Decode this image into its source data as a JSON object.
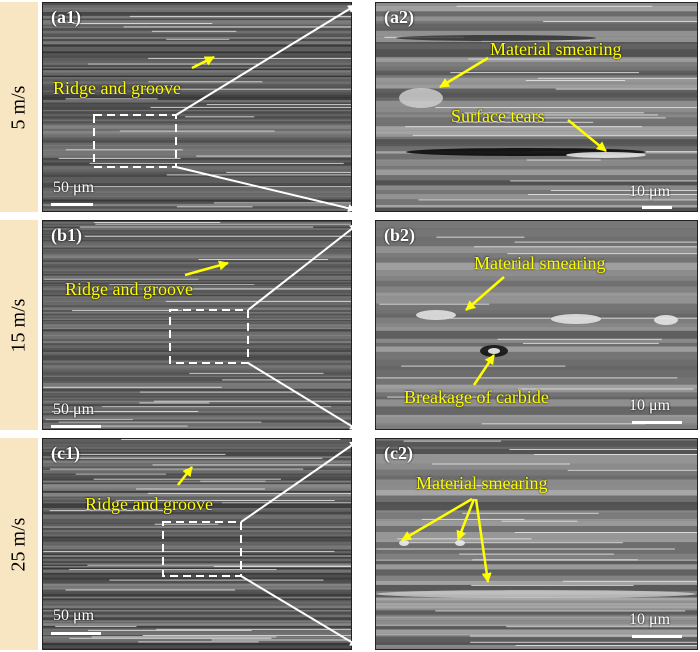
{
  "rows": [
    {
      "speed": "5 m/s"
    },
    {
      "speed": "15 m/s"
    },
    {
      "speed": "25 m/s"
    }
  ],
  "panels": {
    "a1": {
      "label": "(a1)",
      "annotations": [
        "Ridge and groove"
      ],
      "scale": "50 μm"
    },
    "a2": {
      "label": "(a2)",
      "annotations": [
        "Material smearing",
        "Surface tears"
      ],
      "scale": "10 μm"
    },
    "b1": {
      "label": "(b1)",
      "annotations": [
        "Ridge and groove"
      ],
      "scale": "50 μm"
    },
    "b2": {
      "label": "(b2)",
      "annotations": [
        "Material smearing",
        "Breakage of carbide"
      ],
      "scale": "10 μm"
    },
    "c1": {
      "label": "(c1)",
      "annotations": [
        "Ridge and groove"
      ],
      "scale": "50 μm"
    },
    "c2": {
      "label": "(c2)",
      "annotations": [
        "Material smearing"
      ],
      "scale": "10 μm"
    }
  },
  "colors": {
    "annotation": "#ffff00",
    "row_band": "#f8e5c2",
    "sem_base": "#6b6b6b",
    "frame": "#ffffff"
  }
}
